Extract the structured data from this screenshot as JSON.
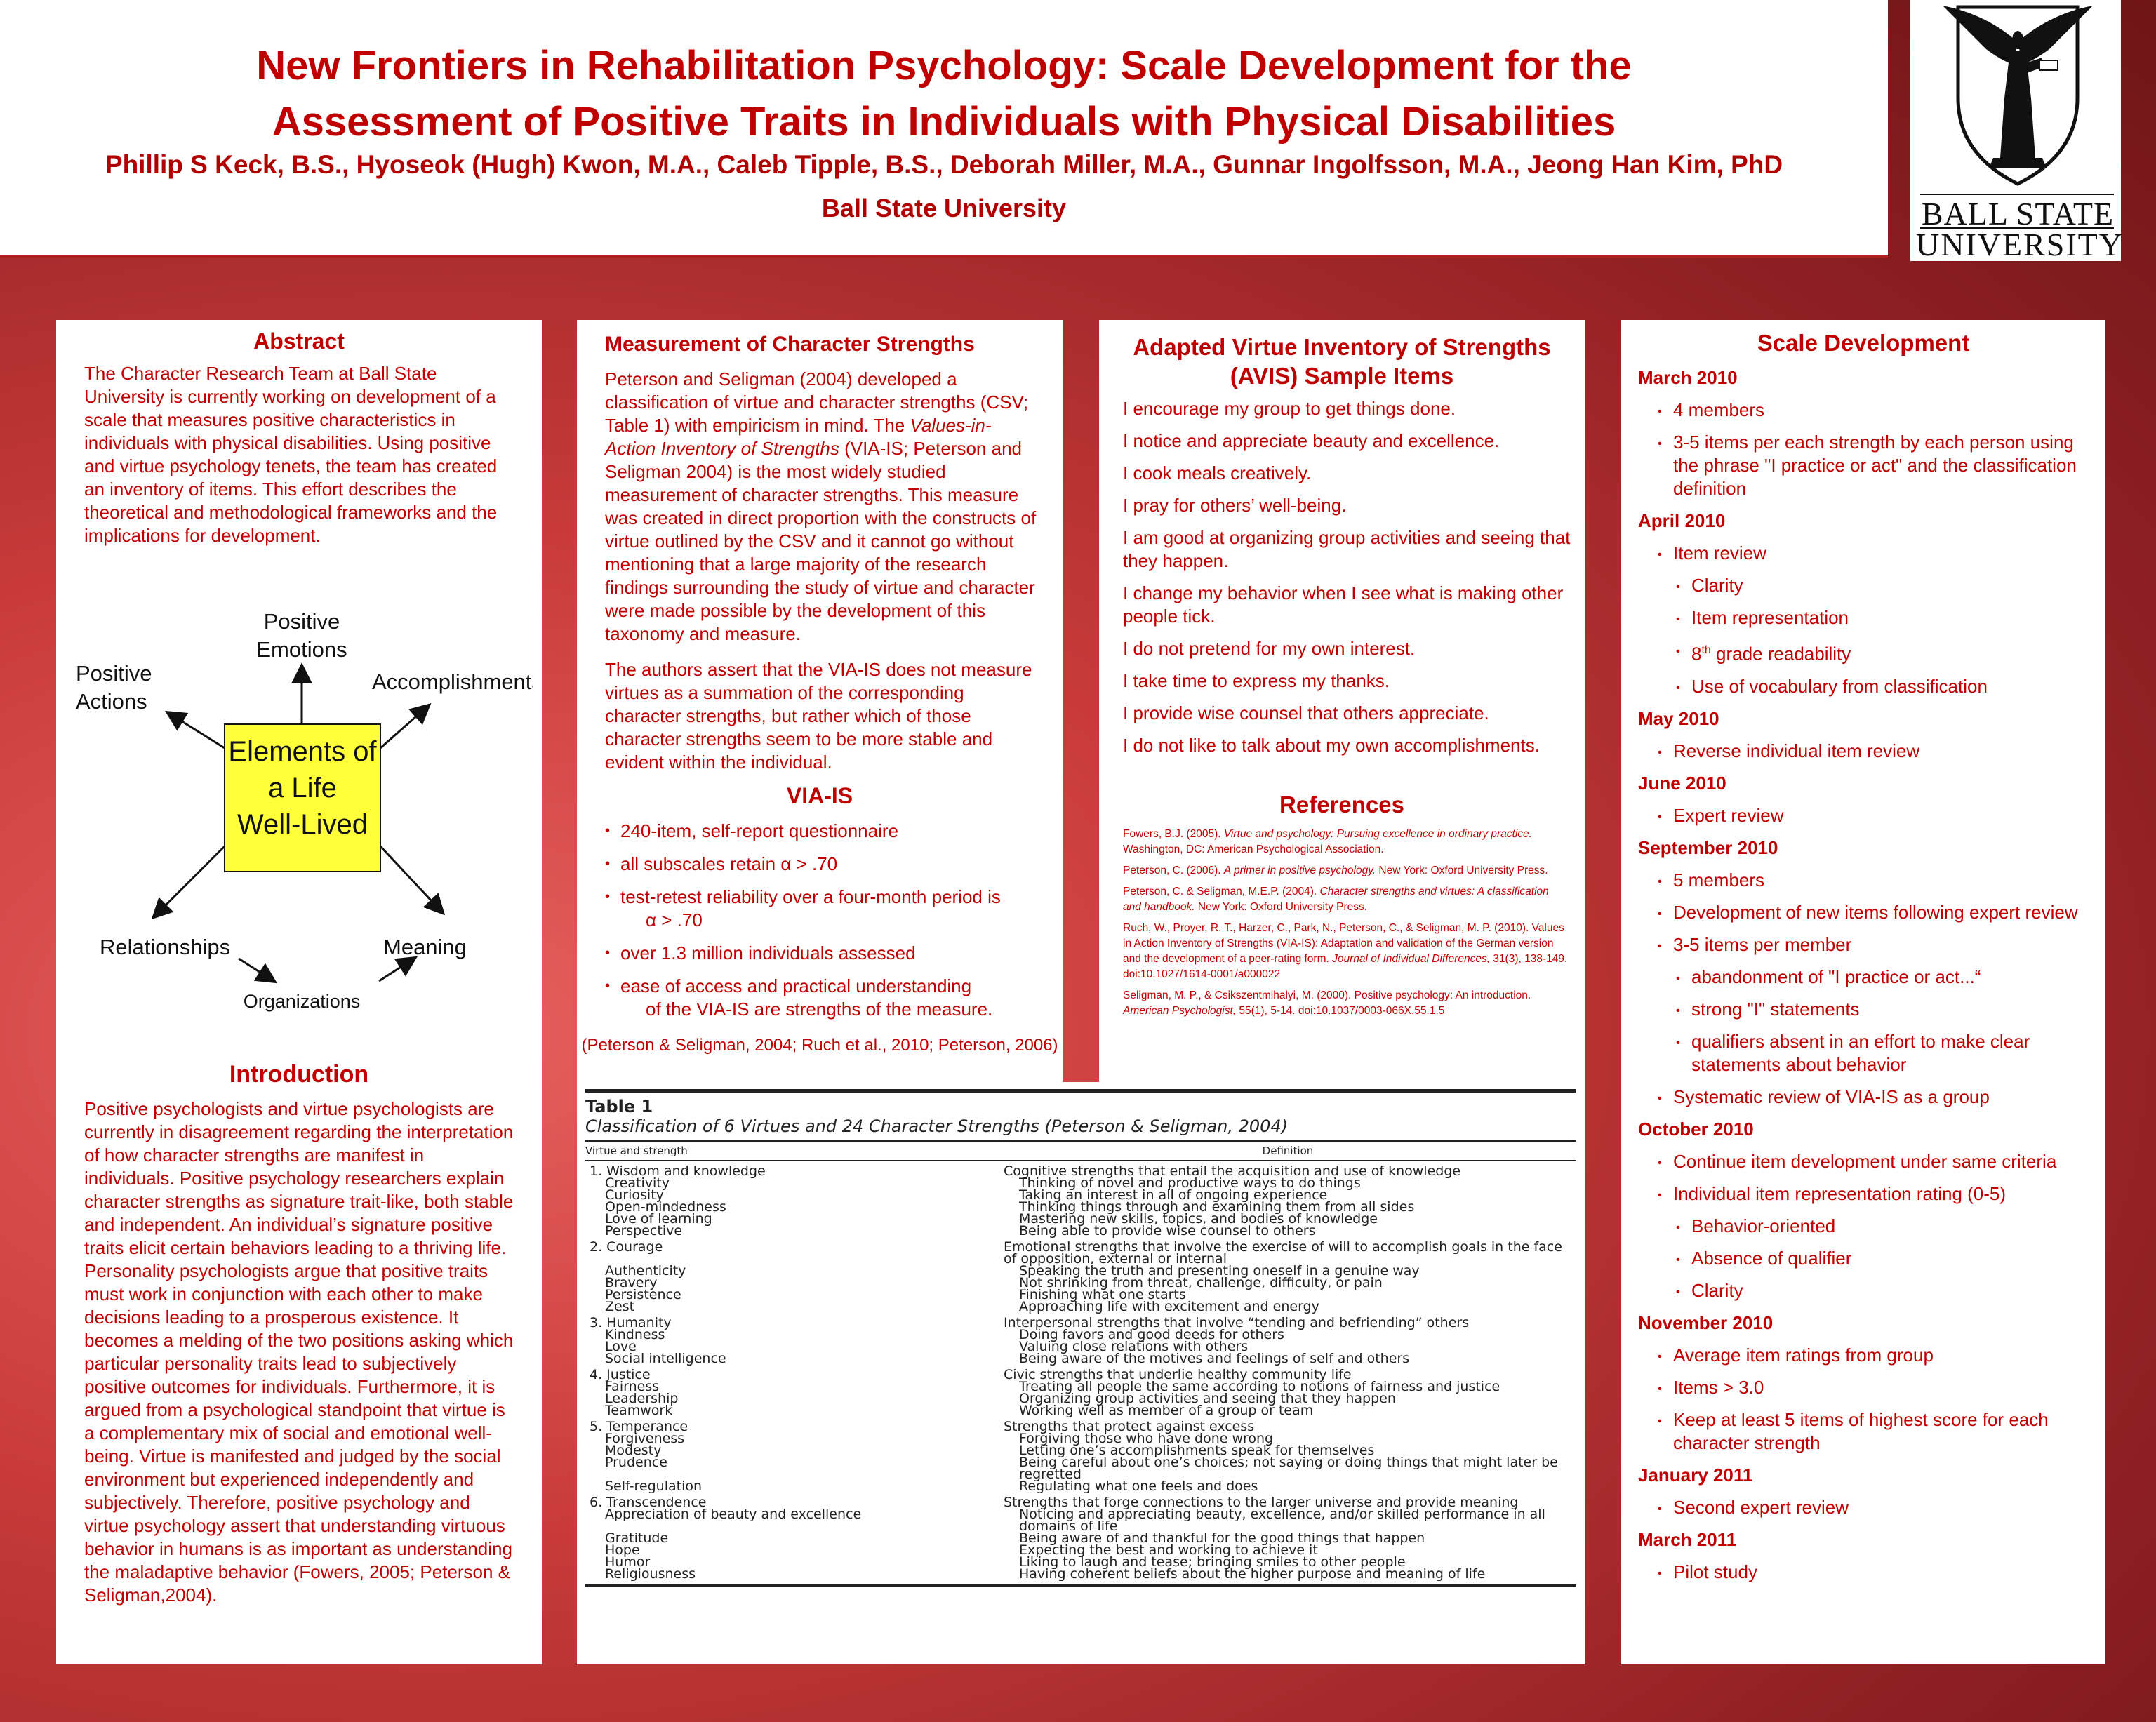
{
  "header": {
    "title_line1": "New Frontiers in Rehabilitation Psychology: Scale Development for the",
    "title_line2": "Assessment of Positive Traits in Individuals with Physical Disabilities",
    "authors": "Phillip S Keck, B.S., Hyoseok (Hugh) Kwon, M.A., Caleb Tipple, B.S., Deborah Miller, M.A., Gunnar Ingolfsson, M.A., Jeong Han Kim, PhD",
    "affiliation": "Ball State University",
    "logo_line1": "Ball State",
    "logo_line2": "University"
  },
  "abstract": {
    "title": "Abstract",
    "body": "The Character Research Team at Ball State University is currently working on development of a scale that measures positive characteristics in individuals with physical disabilities. Using positive and virtue psychology tenets, the team has created an inventory of items. This effort describes the theoretical and methodological frameworks and the implications for development."
  },
  "diagram": {
    "center": [
      "Elements of",
      "a Life",
      "Well-Lived"
    ],
    "top": [
      "Positive",
      "Emotions"
    ],
    "left": [
      "Positive",
      "Actions"
    ],
    "right": "Accomplishments",
    "bottom_left": "Relationships",
    "bottom_right": "Meaning",
    "bottom": "Organizations"
  },
  "introduction": {
    "title": "Introduction",
    "body": "Positive psychologists and virtue psychologists are currently in disagreement regarding the interpretation of how character strengths are manifest in individuals. Positive psychology researchers explain character strengths as signature trait-like, both stable and independent. An individual’s signature positive traits elicit certain behaviors leading to a thriving life. Personality psychologists argue that positive traits must work in conjunction with each other to make decisions leading to a prosperous existence. It becomes a melding of the two positions asking which particular personality traits lead to subjectively positive outcomes for individuals. Furthermore, it is argued from a psychological standpoint that virtue is a complementary mix of social and emotional well-being. Virtue is manifested and judged by the social environment but experienced independently and subjectively. Therefore, positive psychology and virtue psychology assert that understanding virtuous behavior in humans is as important as understanding the maladaptive behavior (Fowers, 2005; Peterson & Seligman,2004)."
  },
  "measurement": {
    "title": "Measurement of Character Strengths",
    "para1_a": "Peterson and Seligman (2004) developed a classification of virtue and character strengths (CSV; Table 1) with empiricism in mind. The ",
    "para1_italic": "Values-in-Action Inventory of Strengths",
    "para1_b": " (VIA-IS; Peterson and Seligman 2004) is the most widely studied measurement of character strengths. This measure was created in direct proportion with the constructs of virtue outlined by the CSV and it cannot go without mentioning that a large majority of the research findings surrounding  the study of virtue and character were made possible by the development of this taxonomy and measure.",
    "para2": "The authors assert that the VIA-IS does not measure virtues as a summation of the corresponding character strengths, but rather which of those character strengths seem to be more stable and evident within the individual.",
    "viais_title": "VIA-IS",
    "bullets": [
      {
        "main": "240-item, self-report questionnaire",
        "cont": ""
      },
      {
        "main": "all subscales retain α > .70",
        "cont": ""
      },
      {
        "main": "test-retest reliability over a four-month period is",
        "cont": "α > .70"
      },
      {
        "main": "over 1.3 million individuals assessed",
        "cont": ""
      },
      {
        "main": "ease of access and practical understanding",
        "cont": "of the VIA-IS are strengths of the measure."
      }
    ],
    "citation": "(Peterson & Seligman, 2004; Ruch et al., 2010; Peterson, 2006)"
  },
  "avis": {
    "title_line1": "Adapted Virtue Inventory of Strengths",
    "title_line2": "(AVIS) Sample Items",
    "items": [
      "I encourage my group to get things done.",
      "I notice and appreciate beauty and excellence.",
      "I cook meals creatively.",
      "I pray for others’ well-being.",
      "I am good at organizing group activities and seeing that they happen.",
      "I change my behavior when I see what is making other people tick.",
      "I do not pretend for my own interest.",
      "I take time to express my thanks.",
      "I provide wise counsel that others appreciate.",
      "I do not like to talk about my own accomplishments."
    ]
  },
  "references": {
    "title": "References",
    "items": [
      {
        "a": "Fowers, B.J. (2005). ",
        "i": "Virtue and psychology: Pursuing excellence in ordinary practice.",
        "b": " Washington, DC: American Psychological Association."
      },
      {
        "a": "Peterson, C. (2006). ",
        "i": "A primer in positive psychology.",
        "b": " New York: Oxford University Press."
      },
      {
        "a": "Peterson, C. & Seligman, M.E.P. (2004). ",
        "i": "Character strengths and virtues: A classification and handbook.",
        "b": " New York: Oxford University Press."
      },
      {
        "a": "Ruch, W., Proyer, R. T., Harzer, C., Park, N., Peterson, C., & Seligman, M. P. (2010). Values in Action Inventory of Strengths (VIA-IS): Adaptation and validation of the German version and the development of a peer-rating form. ",
        "i": "Journal of Individual Differences,",
        "b": " 31(3), 138-149. doi:10.1027/1614-0001/a000022"
      },
      {
        "a": "Seligman, M. P., & Csikszentmihalyi, M. (2000). Positive psychology: An introduction. ",
        "i": "American Psychologist,",
        "b": " 55(1), 5-14. doi:10.1037/0003-066X.55.1.5"
      }
    ]
  },
  "scale_dev": {
    "title": "Scale Development",
    "entries": [
      {
        "level": 0,
        "text": "March 2010"
      },
      {
        "level": 1,
        "text": "4 members"
      },
      {
        "level": 1,
        "text": "3-5 items per each strength by each person using the phrase \"I practice or act\" and the classification definition"
      },
      {
        "level": 0,
        "text": "April 2010"
      },
      {
        "level": 1,
        "text": "Item review"
      },
      {
        "level": 2,
        "text": "Clarity"
      },
      {
        "level": 2,
        "text": "Item representation"
      },
      {
        "level": 2,
        "text": "8th grade readability"
      },
      {
        "level": 2,
        "text": "Use of vocabulary from classification"
      },
      {
        "level": 0,
        "text": "May 2010"
      },
      {
        "level": 1,
        "text": "Reverse individual item review"
      },
      {
        "level": 0,
        "text": "June 2010"
      },
      {
        "level": 1,
        "text": "Expert review"
      },
      {
        "level": 0,
        "text": "September 2010"
      },
      {
        "level": 1,
        "text": "5 members"
      },
      {
        "level": 1,
        "text": "Development of new items following expert review"
      },
      {
        "level": 1,
        "text": "3-5 items per member"
      },
      {
        "level": 2,
        "text": "abandonment of \"I practice or act...“"
      },
      {
        "level": 2,
        "text": "strong \"I\" statements"
      },
      {
        "level": 2,
        "text": "qualifiers absent in an effort to make clear statements about behavior"
      },
      {
        "level": 1,
        "text": "Systematic review of VIA-IS as a group"
      },
      {
        "level": 0,
        "text": "October 2010"
      },
      {
        "level": 1,
        "text": "Continue item development under same criteria"
      },
      {
        "level": 1,
        "text": "Individual item representation rating (0-5)"
      },
      {
        "level": 2,
        "text": "Behavior-oriented"
      },
      {
        "level": 2,
        "text": "Absence of qualifier"
      },
      {
        "level": 2,
        "text": "Clarity"
      },
      {
        "level": 0,
        "text": "November 2010"
      },
      {
        "level": 1,
        "text": "Average item ratings from group"
      },
      {
        "level": 1,
        "text": "Items > 3.0"
      },
      {
        "level": 1,
        "text": "Keep at least 5  items of highest score for each character strength"
      },
      {
        "level": 0,
        "text": "January 2011"
      },
      {
        "level": 1,
        "text": "Second expert review"
      },
      {
        "level": 0,
        "text": "March 2011"
      },
      {
        "level": 1,
        "text": "Pilot study"
      }
    ]
  },
  "table1": {
    "label": "Table 1",
    "caption": "Classification of 6 Virtues and 24 Character Strengths (Peterson & Seligman, 2004)",
    "col1": "Virtue and strength",
    "col2": "Definition",
    "rows": [
      {
        "t": "v",
        "a": "1.  Wisdom and knowledge",
        "b": "Cognitive strengths that entail the acquisition and use of knowledge"
      },
      {
        "t": "s",
        "a": "Creativity",
        "b": "Thinking of novel and productive ways to do things"
      },
      {
        "t": "s",
        "a": "Curiosity",
        "b": "Taking an interest in all of ongoing experience"
      },
      {
        "t": "s",
        "a": "Open-mindedness",
        "b": "Thinking things through and examining them from all sides"
      },
      {
        "t": "s",
        "a": "Love of learning",
        "b": "Mastering new skills, topics, and bodies of knowledge"
      },
      {
        "t": "s",
        "a": "Perspective",
        "b": "Being able to provide wise counsel to others"
      },
      {
        "t": "v",
        "a": "2.  Courage",
        "b": "Emotional strengths that involve the exercise of will to accomplish goals in the face of opposition, external or internal"
      },
      {
        "t": "s",
        "a": "Authenticity",
        "b": "Speaking the truth and presenting oneself in a genuine way"
      },
      {
        "t": "s",
        "a": "Bravery",
        "b": "Not shrinking from threat, challenge, difficulty, or pain"
      },
      {
        "t": "s",
        "a": "Persistence",
        "b": "Finishing what one starts"
      },
      {
        "t": "s",
        "a": "Zest",
        "b": "Approaching life with excitement and energy"
      },
      {
        "t": "v",
        "a": "3.  Humanity",
        "b": "Interpersonal strengths that involve “tending and befriending” others"
      },
      {
        "t": "s",
        "a": "Kindness",
        "b": "Doing favors and good deeds for others"
      },
      {
        "t": "s",
        "a": "Love",
        "b": "Valuing close relations with others"
      },
      {
        "t": "s",
        "a": "Social intelligence",
        "b": "Being aware of the motives and feelings of self and others"
      },
      {
        "t": "v",
        "a": "4.  Justice",
        "b": "Civic strengths that underlie healthy community life"
      },
      {
        "t": "s",
        "a": "Fairness",
        "b": "Treating all people the same according to notions of fairness and justice"
      },
      {
        "t": "s",
        "a": "Leadership",
        "b": "Organizing group activities and seeing that they happen"
      },
      {
        "t": "s",
        "a": "Teamwork",
        "b": "Working well as member of a group or team"
      },
      {
        "t": "v",
        "a": "5.  Temperance",
        "b": "Strengths that protect against excess"
      },
      {
        "t": "s",
        "a": "Forgiveness",
        "b": "Forgiving those who have done wrong"
      },
      {
        "t": "s",
        "a": "Modesty",
        "b": "Letting one’s accomplishments speak for themselves"
      },
      {
        "t": "s",
        "a": "Prudence",
        "b": "Being careful about one’s choices; not saying or doing things that might later be regretted"
      },
      {
        "t": "s",
        "a": "Self-regulation",
        "b": "Regulating what one feels and does"
      },
      {
        "t": "v",
        "a": "6.  Transcendence",
        "b": "Strengths that forge connections to the larger universe and provide meaning"
      },
      {
        "t": "s",
        "a": "Appreciation of beauty and excellence",
        "b": "Noticing and appreciating beauty, excellence, and/or skilled performance in all domains of life"
      },
      {
        "t": "s",
        "a": "Gratitude",
        "b": "Being aware of and thankful for the good things that happen"
      },
      {
        "t": "s",
        "a": "Hope",
        "b": "Expecting the best and working to achieve it"
      },
      {
        "t": "s",
        "a": "Humor",
        "b": "Liking to laugh and tease; bringing smiles to other people"
      },
      {
        "t": "s",
        "a": "Religiousness",
        "b": "Having coherent beliefs about the higher purpose and meaning of life"
      }
    ]
  }
}
